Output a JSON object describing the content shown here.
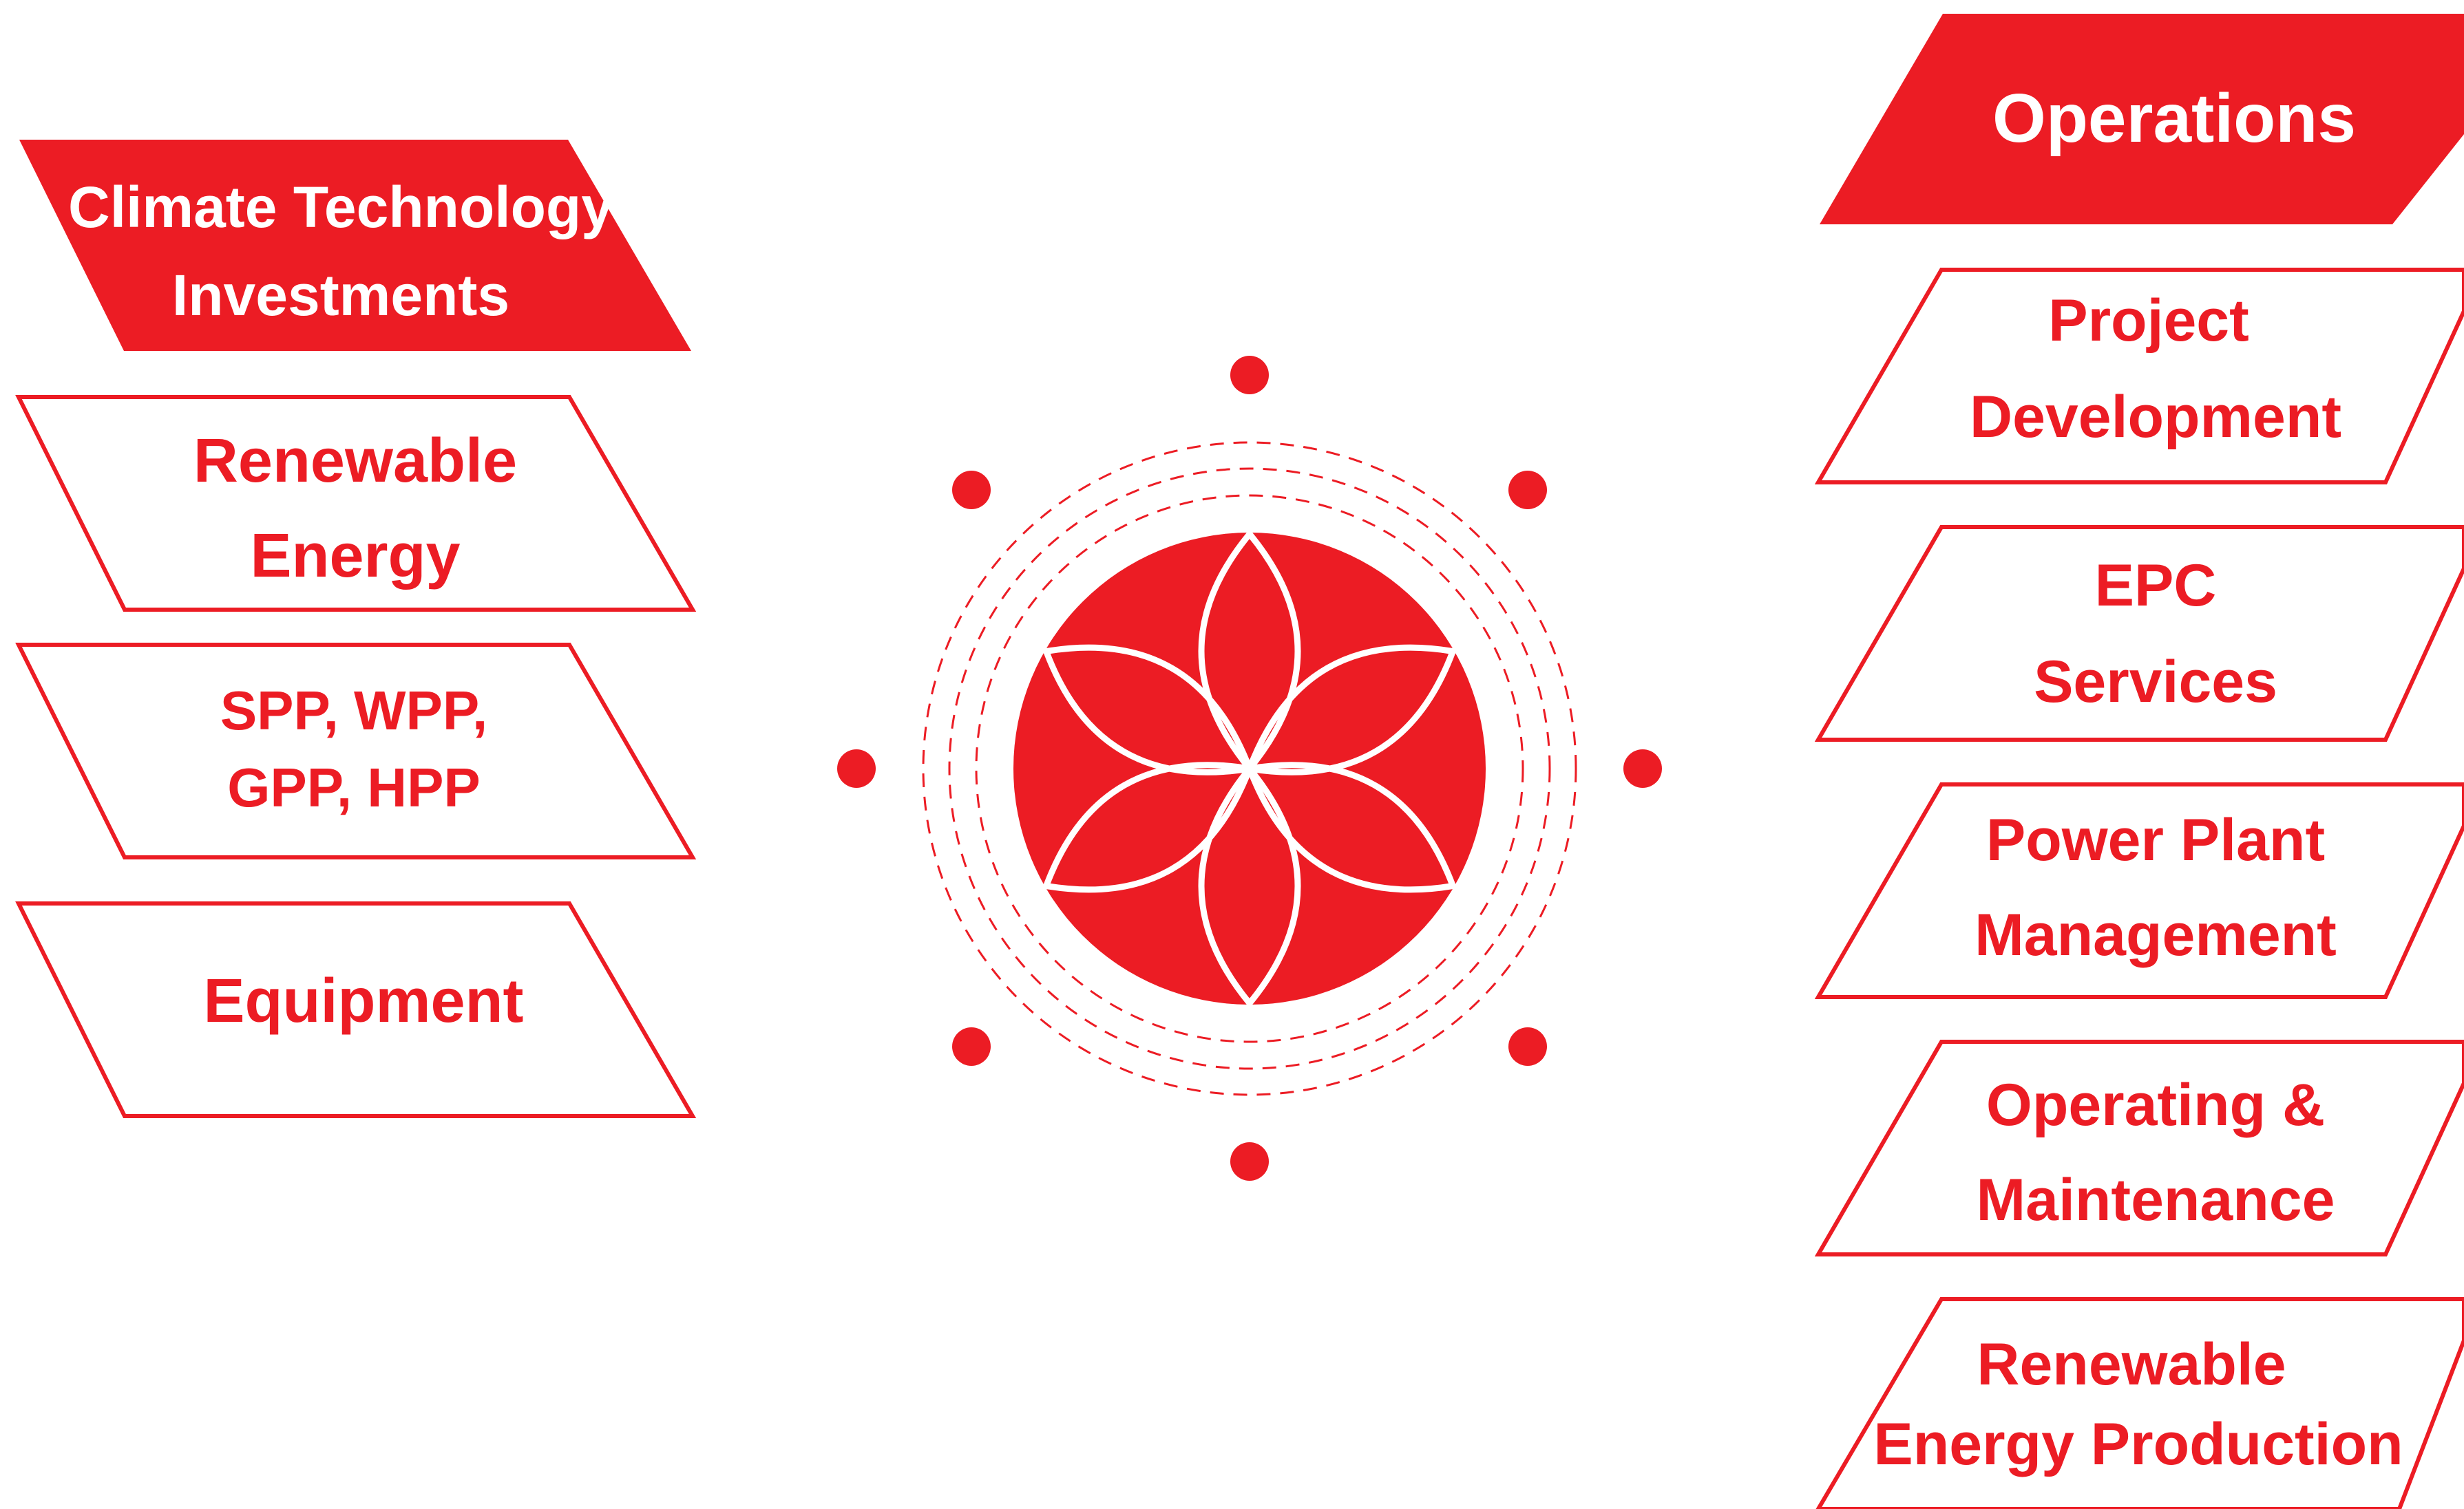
{
  "colors": {
    "accent": "#ec1c24",
    "background": "#ffffff",
    "text_on_accent": "#ffffff"
  },
  "left_column": {
    "header": {
      "line1": "Climate Technology",
      "line2": "Investments"
    },
    "items": [
      {
        "line1": "Renewable",
        "line2": "Energy"
      },
      {
        "line1": "SPP, WPP,",
        "line2": "GPP, HPP"
      },
      {
        "line1": "Equipment",
        "line2": ""
      }
    ]
  },
  "right_column": {
    "header": {
      "line1": "Operations",
      "line2": ""
    },
    "items": [
      {
        "line1": "Project",
        "line2": "Development"
      },
      {
        "line1": "EPC",
        "line2": "Services"
      },
      {
        "line1": "Power Plant",
        "line2": "Management"
      },
      {
        "line1": "Operating &",
        "line2": "Maintenance"
      },
      {
        "line1": "Renewable",
        "line2": "Energy Production"
      }
    ]
  },
  "center_emblem": {
    "icon": "flower-of-life-icon",
    "petals": 6,
    "satellite_dots": 8,
    "dashed_rings": 3
  }
}
